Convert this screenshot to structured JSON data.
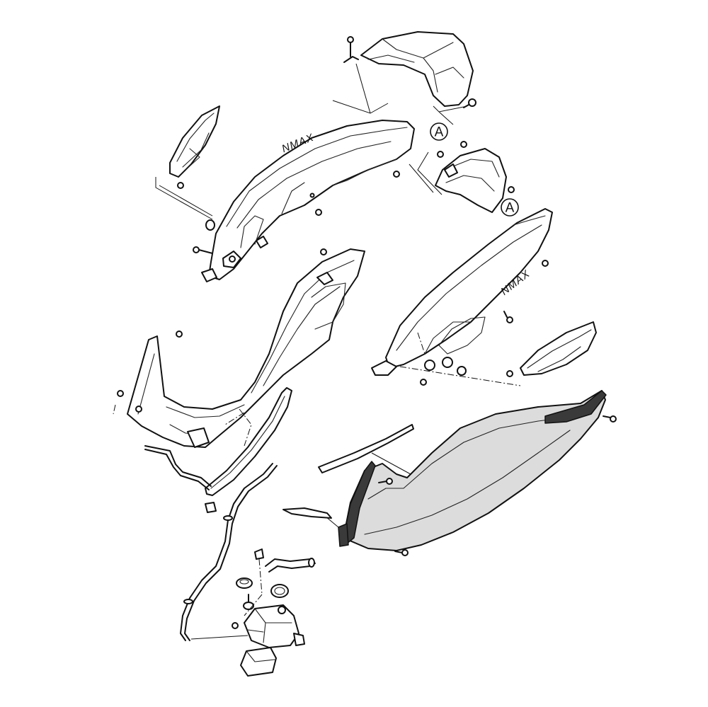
{
  "diagram": {
    "callouts": [
      {
        "id": "callout-a-upper",
        "label": "A"
      },
      {
        "id": "callout-a-lower",
        "label": "A"
      }
    ],
    "badges": [
      {
        "id": "nmax-badge-left",
        "label": "NMAX"
      },
      {
        "id": "nmax-badge-right",
        "label": "NMAX"
      }
    ]
  }
}
